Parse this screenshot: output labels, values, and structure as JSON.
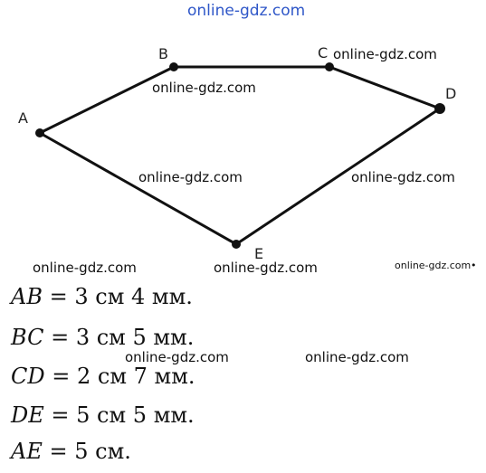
{
  "watermark_text": "online-gdz.com",
  "watermark_dot": "•",
  "figure": {
    "vertices": [
      {
        "label": "A"
      },
      {
        "label": "B"
      },
      {
        "label": "C"
      },
      {
        "label": "D"
      },
      {
        "label": "E"
      }
    ]
  },
  "equations": [
    {
      "segment": "AB",
      "equals": "=",
      "value": "3 см 4 мм."
    },
    {
      "segment": "BC",
      "equals": "=",
      "value": "3 см 5 мм."
    },
    {
      "segment": "CD",
      "equals": "=",
      "value": "2 см 7 мм."
    },
    {
      "segment": "DE",
      "equals": "=",
      "value": "5 см 5 мм."
    },
    {
      "segment": "AE",
      "equals": "=",
      "value": "5 см."
    }
  ]
}
